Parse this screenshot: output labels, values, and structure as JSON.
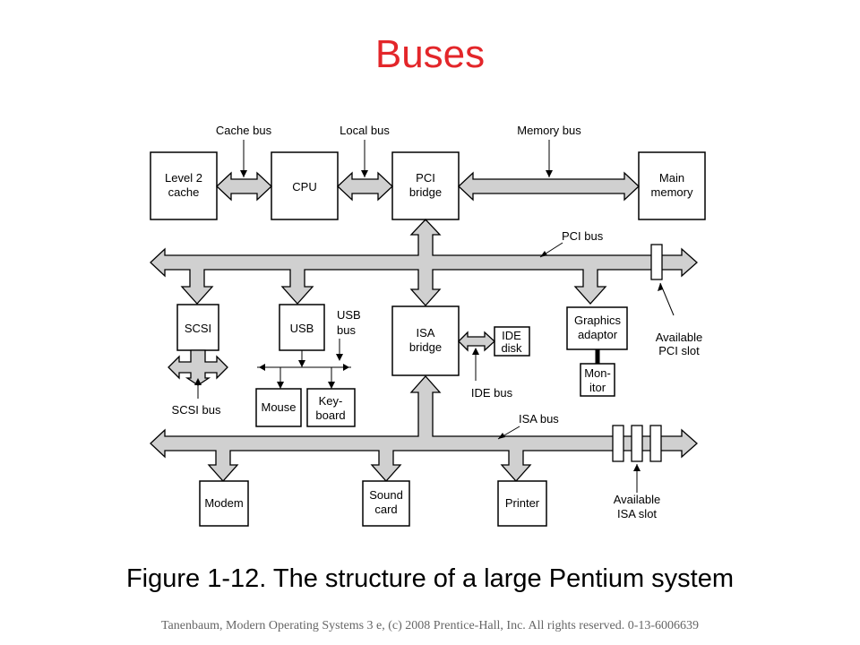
{
  "title": "Buses",
  "caption": "Figure 1-12. The structure of a large Pentium system",
  "credit": "Tanenbaum, Modern Operating Systems 3 e, (c) 2008 Prentice-Hall, Inc. All rights reserved. 0-13-6006639",
  "diagram": {
    "components": {
      "l2cache": [
        "Level 2",
        "cache"
      ],
      "cpu": [
        "CPU"
      ],
      "pcibridge": [
        "PCI",
        "bridge"
      ],
      "mainmem": [
        "Main",
        "memory"
      ],
      "scsi": [
        "SCSI"
      ],
      "usb": [
        "USB"
      ],
      "isabridge": [
        "ISA",
        "bridge"
      ],
      "idedisk": [
        "IDE",
        "disk"
      ],
      "graphics": [
        "Graphics",
        "adaptor"
      ],
      "monitor": [
        "Mon-",
        "itor"
      ],
      "mouse": [
        "Mouse"
      ],
      "keyboard": [
        "Key-",
        "board"
      ],
      "modem": [
        "Modem"
      ],
      "soundcard": [
        "Sound",
        "card"
      ],
      "printer": [
        "Printer"
      ]
    },
    "labels": {
      "cache_bus": "Cache bus",
      "local_bus": "Local bus",
      "memory_bus": "Memory bus",
      "pci_bus": "PCI bus",
      "usb_bus": [
        "USB",
        "bus"
      ],
      "ide_bus": "IDE bus",
      "scsi_bus": "SCSI bus",
      "isa_bus": "ISA bus",
      "avail_pci": [
        "Available",
        "PCI slot"
      ],
      "avail_isa": [
        "Available",
        "ISA slot"
      ]
    }
  }
}
